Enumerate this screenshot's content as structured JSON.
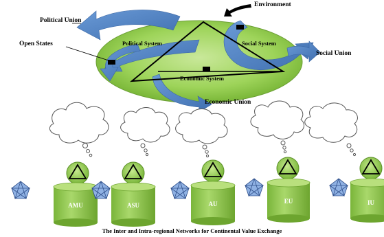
{
  "diagram": {
    "labels": {
      "environment": "Environment",
      "political_union": "Political Union",
      "open_states": "Open States",
      "political_system": "Political System",
      "social_system": "Social System",
      "social_union": "Social Union",
      "economic_system": "Economic System",
      "economic_union": "Economic Union"
    },
    "regions": [
      "AMU",
      "ASU",
      "AU",
      "EU",
      "IU"
    ],
    "caption": "The Inter and Intra-regional Networks for Continental Value Exchange",
    "colors": {
      "ellipse_fill": "#92d050",
      "arrow_blue": "#4f81bd",
      "cylinder_green": "#8cc63f",
      "star_blue": "#6b8ec7"
    }
  }
}
